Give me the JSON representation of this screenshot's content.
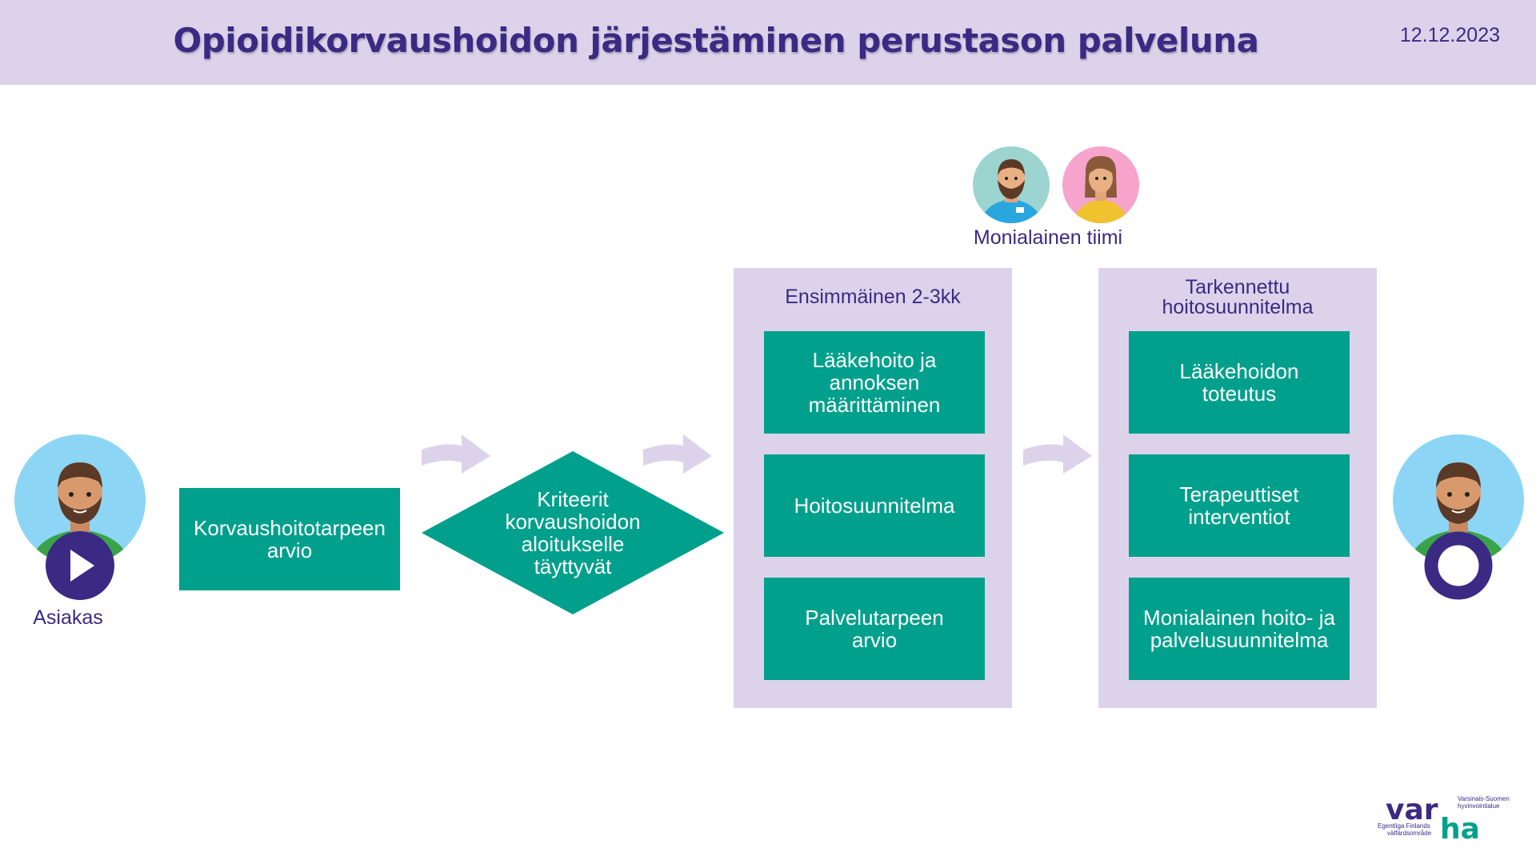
{
  "header": {
    "title": "Opioidikorvaushoidon järjestäminen perustason palveluna",
    "date": "12.12.2023"
  },
  "client": {
    "label": "Asiakas"
  },
  "team": {
    "label": "Monialainen tiimi"
  },
  "steps": {
    "assessment": "Korvaushoitotarpeen arvio",
    "criteria": [
      "Kriteerit",
      "korvaushoidon",
      "aloitukselle",
      "täyttyvät"
    ]
  },
  "panel1": {
    "title": "Ensimmäinen 2-3kk",
    "items": [
      [
        "Lääkehoito ja",
        "annoksen",
        "määrittäminen"
      ],
      [
        "Hoitosuunnitelma"
      ],
      [
        "Palvelutarpeen",
        "arvio"
      ]
    ]
  },
  "panel2": {
    "title": [
      "Tarkennettu",
      "hoitosuunnitelma"
    ],
    "items": [
      [
        "Lääkehoidon",
        "toteutus"
      ],
      [
        "Terapeuttiset",
        "interventiot"
      ],
      [
        "Monialainen hoito- ja",
        "palvelusuunnitelma"
      ]
    ]
  },
  "logo": {
    "var": "var",
    "ha": "ha",
    "fi": [
      "Varsinais-Suomen",
      "hyvinvointialue"
    ],
    "sv": [
      "Egentliga Finlands",
      "välfärdsområde"
    ]
  },
  "colors": {
    "header_bg": "#dcd3eb",
    "title": "#3b2a84",
    "step": "#00a08c",
    "arrow": "#dcd3eb"
  }
}
